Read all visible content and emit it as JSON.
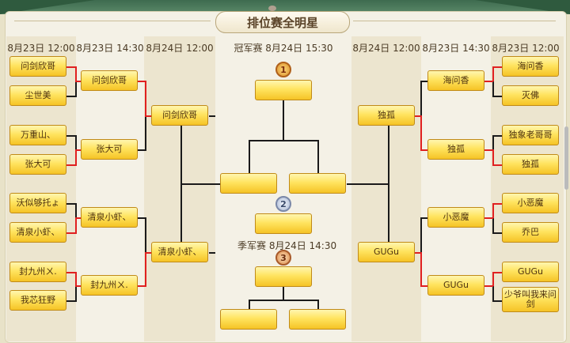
{
  "title": "排位赛全明星",
  "headers": {
    "l1": "8月23日 12:00",
    "l2": "8月23日 14:30",
    "l3": "8月24日 12:00",
    "c": "冠军赛 8月24日 15:30",
    "r3": "8月24日 12:00",
    "r2": "8月23日 14:30",
    "r1": "8月23日 12:00"
  },
  "third_place_label": "季军赛 8月24日 14:30",
  "medals": {
    "first": "1",
    "second": "2",
    "third": "3"
  },
  "left": {
    "round1": [
      "问剑欣哥",
      "尘世美",
      "万重山、",
      "张大可",
      "沃似够托ょ",
      "清泉小虾、",
      "封九州ㄨ.",
      "我芯狂野"
    ],
    "round2": [
      "问剑欣哥",
      "张大可",
      "清泉小虾、",
      "封九州ㄨ."
    ],
    "round3": [
      "问剑欣哥",
      "清泉小虾、"
    ]
  },
  "right": {
    "round1": [
      "海问香",
      "灭佛",
      "独象老哥哥",
      "独孤",
      "小恶魔",
      "乔巴",
      "GUGu",
      "少爷叫我来问剑"
    ],
    "round2": [
      "海问香",
      "独孤",
      "小恶魔",
      "GUGu"
    ],
    "round3": [
      "独孤",
      "GUGu"
    ]
  },
  "center": {
    "champion": "",
    "final_left": "",
    "final_right": "",
    "second": "",
    "third": "",
    "third_left": "",
    "third_right": ""
  },
  "colors": {
    "winner_line": "#e02020",
    "bracket_line": "#1a1a1a",
    "box_fill": "#ffe460"
  }
}
